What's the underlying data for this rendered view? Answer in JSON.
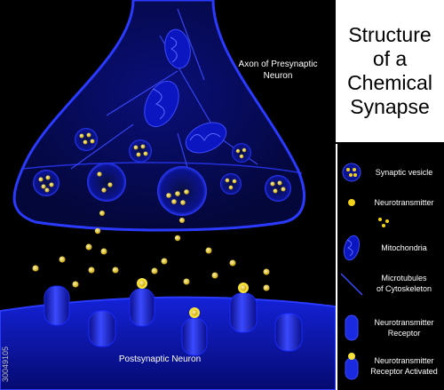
{
  "title": {
    "lines": [
      "Structure",
      "of a",
      "Chemical",
      "Synapse"
    ]
  },
  "labels": {
    "axon": [
      "Axon of Presynaptic",
      "Neuron"
    ],
    "postsynaptic": "Postsynaptic Neuron"
  },
  "legend": [
    {
      "icon": "synaptic-vesicle-icon",
      "label": [
        "Synaptic vesicle"
      ]
    },
    {
      "icon": "neurotransmitter-icon",
      "label": [
        "Neurotransmitter"
      ]
    },
    {
      "icon": "neurotransmitter-dots-icon",
      "label": []
    },
    {
      "icon": "mitochondria-icon",
      "label": [
        "Mitochondria"
      ]
    },
    {
      "icon": "microtubule-icon",
      "label": [
        "Microtubules",
        "of Cytoskeleton"
      ]
    },
    {
      "icon": "receptor-icon",
      "label": [
        "Neurotransmitter",
        "Receptor"
      ]
    },
    {
      "icon": "receptor-activated-icon",
      "label": [
        "Neurotransmitter",
        "Receptor Activated"
      ]
    }
  ],
  "watermark": "30049105",
  "colors": {
    "membrane": "#1a2aff",
    "neurotransmitter": "#f2d21a",
    "background": "#000000",
    "title_panel": "#ffffff"
  }
}
